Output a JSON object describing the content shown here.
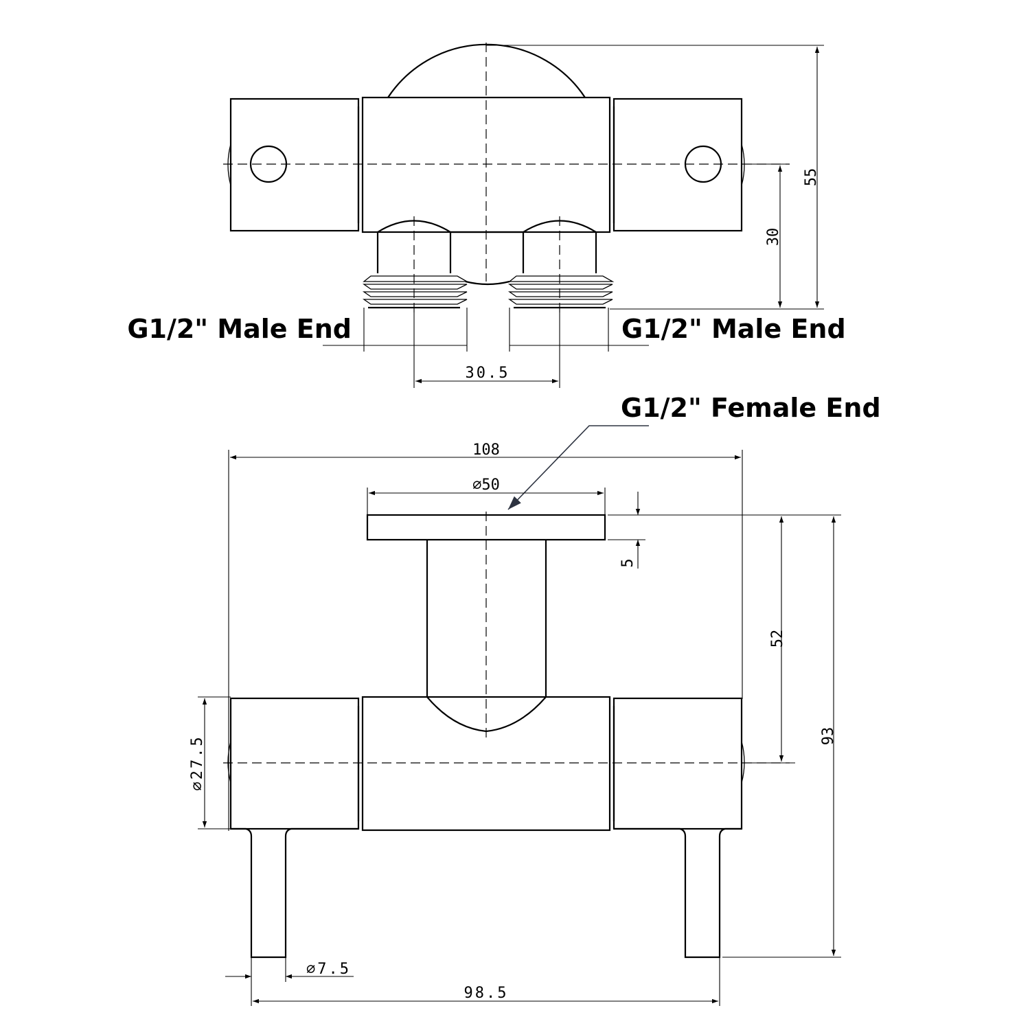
{
  "callouts": {
    "male_left": "G1/2\" Male End",
    "male_right": "G1/2\" Male End",
    "female": "G1/2\" Female End"
  },
  "dimensions": {
    "top_height": "55",
    "top_axis_height": "30",
    "outlet_spacing": "30.5",
    "overall_width": "108",
    "flange_diameter": "⌀50",
    "flange_thickness": "5",
    "axis_height": "52",
    "overall_height": "93",
    "body_diameter": "⌀27.5",
    "leg_diameter": "⌀7.5",
    "leg_spacing": "98.5"
  }
}
